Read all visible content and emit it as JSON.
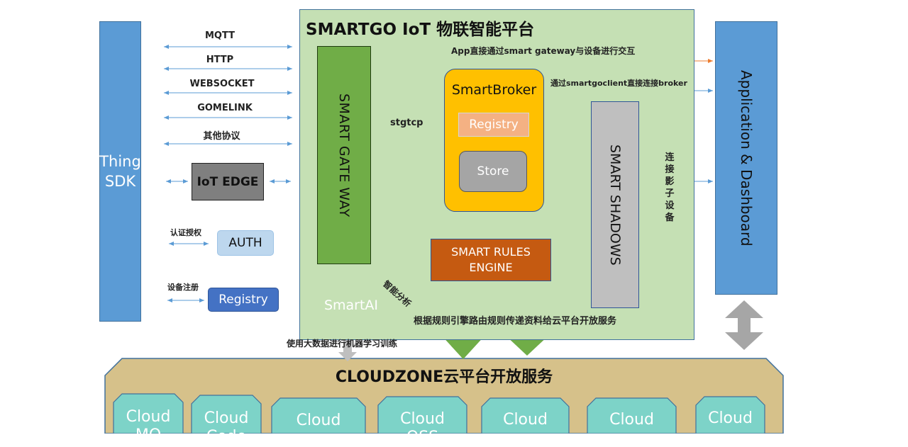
{
  "protocols": [
    {
      "label": "MQTT"
    },
    {
      "label": "HTTP"
    },
    {
      "label": "WEBSOCKET"
    },
    {
      "label": "GOMELINK"
    },
    {
      "label": "其他协议"
    }
  ],
  "thing_sdk": {
    "line1": "Thing",
    "line2": "SDK"
  },
  "iot_edge": {
    "label": "IoT EDGE"
  },
  "auth": {
    "caption": "认证授权",
    "label": "AUTH"
  },
  "device_registry": {
    "caption": "设备注册",
    "label": "Registry"
  },
  "platform": {
    "title": "SMARTGO IoT 物联智能平台",
    "app_interaction": "App直接通过smart gateway与设备进行交互",
    "client_broker": "通过smartgoclient直接连接broker",
    "gateway": "SMART GATE WAY",
    "stgtcp": "stgtcp",
    "broker": {
      "title": "SmartBroker",
      "registry": "Registry",
      "store": "Store"
    },
    "shadows": "SMART SHADOWS",
    "shadow_link": "连接影子设备",
    "rules": {
      "line1": "SMART RULES",
      "line2": "ENGINE"
    },
    "smart_ai": "SmartAI",
    "analysis": "智能分析",
    "rules_routing": "根据规则引擎路由规则传递资料给云平台开放服务",
    "ml_training": "使用大数据进行机器学习训练"
  },
  "app": {
    "label": "Application & Dashboard"
  },
  "cloudzone": {
    "title": "CLOUDZONE云平台开放服务",
    "services": [
      {
        "line1": "Cloud",
        "line2": "MQ"
      },
      {
        "line1": "Cloud",
        "line2": "Code"
      },
      {
        "line1": "Cloud",
        "line2": ""
      },
      {
        "line1": "Cloud",
        "line2": "OSS"
      },
      {
        "line1": "Cloud",
        "line2": ""
      },
      {
        "line1": "Cloud",
        "line2": ""
      },
      {
        "line1": "Cloud",
        "line2": ""
      }
    ]
  },
  "colors": {
    "blue": "#5b9bd5",
    "platform_bg": "#c5e0b4",
    "gateway": "#70ad47",
    "broker": "#ffc000",
    "rules": "#c55a11",
    "smart_ai": "#ff0000",
    "cloudzone_bg": "#d6c18a",
    "cloud_tile": "#7dd3c8",
    "connector_blue": "#5b9bd5",
    "data_green": "#70ad47",
    "gray_arrow": "#a6a6a6"
  }
}
